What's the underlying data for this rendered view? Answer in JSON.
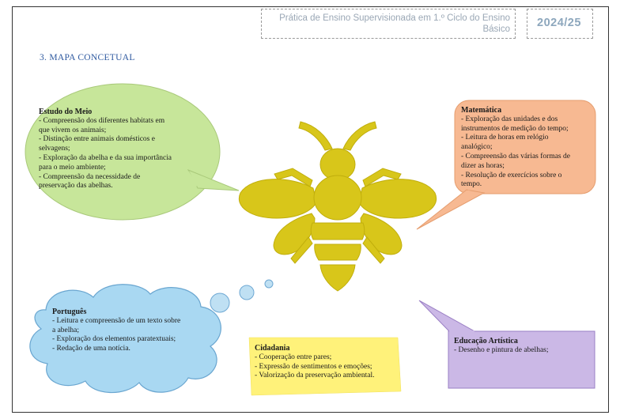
{
  "header": {
    "line1": "Prática de Ensino Supervisionada em 1.º Ciclo do Ensino",
    "line2": "Básico",
    "year": "2024/25"
  },
  "section_title": "3.  MAPA CONCETUAL",
  "estudo_do_meio": {
    "title": "Estudo do Meio",
    "lines": [
      "- Compreensão dos diferentes habitats em",
      "que vivem os animais;",
      "- Distinção entre animais domésticos e",
      "selvagens;",
      "- Exploração da abelha e da sua importância",
      "para o meio ambiente;",
      "-   Compreensão   da   necessidade   de",
      "preservação das abelhas."
    ]
  },
  "matematica": {
    "title": "Matemática",
    "lines": [
      "-  Exploração das unidades e dos",
      "instrumentos de medição do tempo;",
      "-  Leitura de horas em relógio",
      "analógico;",
      "- Compreensão das várias formas de",
      "dizer as horas;",
      "-  Resolução de exercícios sobre o",
      "tempo."
    ]
  },
  "portugues": {
    "title": "Português",
    "lines": [
      "- Leitura e compreensão de um texto sobre",
      "a abelha;",
      "- Exploração dos elementos paratextuais;",
      "- Redação de uma notícia."
    ]
  },
  "cidadania": {
    "title": "Cidadania",
    "lines": [
      "- Cooperação entre pares;",
      "- Expressão de sentimentos e emoções;",
      "- Valorização da preservação ambiental."
    ]
  },
  "educacao_artistica": {
    "title": "Educação Artística",
    "lines": [
      "- Desenho e pintura de abelhas;"
    ]
  },
  "colors": {
    "bee": "#d8c61a",
    "green_bubble": "#c7e69a",
    "orange_bubble": "#f7b992",
    "blue_cloud": "#a9d8f2",
    "yellow_note": "#fff27a",
    "purple_box": "#cbb8e6",
    "title_blue": "#2f5aa0"
  }
}
